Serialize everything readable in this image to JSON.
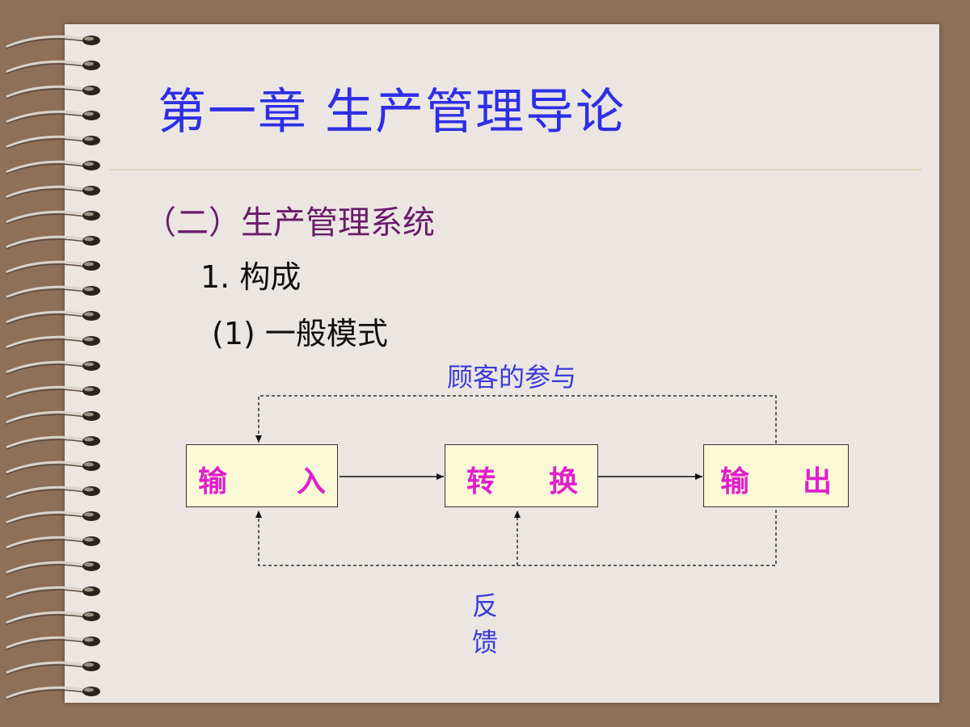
{
  "slide": {
    "title": "第一章  生产管理导论",
    "section": "（二）生产管理系统",
    "item1": "1. 构成",
    "item2": "(1) 一般模式"
  },
  "diagram": {
    "boxes": [
      {
        "c1": "输",
        "c2": "入"
      },
      {
        "c1": "转",
        "c2": "换"
      },
      {
        "c1": "输",
        "c2": "出"
      }
    ],
    "top_loop_label": "顾客的参与",
    "feedback_label_1": "反",
    "feedback_label_2": "馈"
  },
  "colors": {
    "title": "#2e2ee6",
    "section": "#6a1a6a",
    "box_text": "#e01fcc",
    "box_fill": "#fbf9d6",
    "label": "#3a3ad8"
  }
}
